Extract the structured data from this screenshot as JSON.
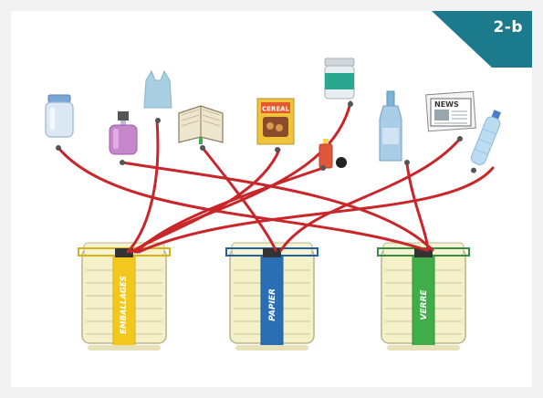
{
  "badge": {
    "label": "2-b"
  },
  "items": [
    {
      "name": "glass-jar-icon"
    },
    {
      "name": "perfume-bottle-icon"
    },
    {
      "name": "plastic-bag-icon"
    },
    {
      "name": "open-book-icon"
    },
    {
      "name": "cereal-box-icon",
      "text": "CEREAL"
    },
    {
      "name": "glass-jar-green-label-icon"
    },
    {
      "name": "aerosol-spray-icon"
    },
    {
      "name": "glass-bottle-icon"
    },
    {
      "name": "newspaper-icon",
      "text": "NEWS"
    },
    {
      "name": "plastic-water-bottle-icon"
    }
  ],
  "bins": [
    {
      "label": "EMBALLAGES",
      "color": "#f3c81e",
      "frame": "#d9b316"
    },
    {
      "label": "PAPIER",
      "color": "#2a6fb5",
      "frame": "#22609f"
    },
    {
      "label": "VERRE",
      "color": "#3fae49",
      "frame": "#358f3d"
    }
  ],
  "colors": {
    "wire": "#c8262a",
    "bin_body": "#f4f0c8",
    "bin_outline": "#b9b48a"
  }
}
